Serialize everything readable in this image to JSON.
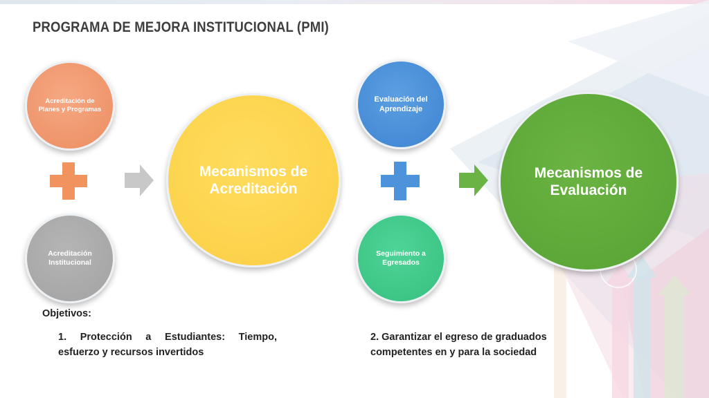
{
  "slide": {
    "title": "PROGRAMA DE MEJORA INSTITUCIONAL (PMI)"
  },
  "diagram": {
    "acreditacion_planes": "Acreditación de Planes y Programas",
    "acreditacion_institucional": "Acreditación Institucional",
    "mecanismos_acreditacion": "Mecanismos de Acreditación",
    "evaluacion_aprendizaje": "Evaluación del Aprendizaje",
    "seguimiento_egresados": "Seguimiento a Egresados",
    "mecanismos_evaluacion": "Mecanismos de Evaluación"
  },
  "objectives": {
    "heading": "Objetivos:",
    "item1": "1. Protección a Estudiantes: Tiempo, esfuerzo y recursos invertidos",
    "item2": "2. Garantizar el egreso de graduados competentes en y para la sociedad"
  },
  "colors": {
    "orange": "#ec8d62",
    "gray": "#a2a2a2",
    "yellow": "#fbce43",
    "blue": "#3d83d1",
    "green_light": "#35c07f",
    "green": "#56a233",
    "plus_orange": "#f0935e",
    "plus_blue": "#4d93dc",
    "arrow_gray": "#c8c8c8",
    "arrow_green": "#6cb346"
  },
  "icons": [
    "plus-icon",
    "arrow-right-icon"
  ]
}
